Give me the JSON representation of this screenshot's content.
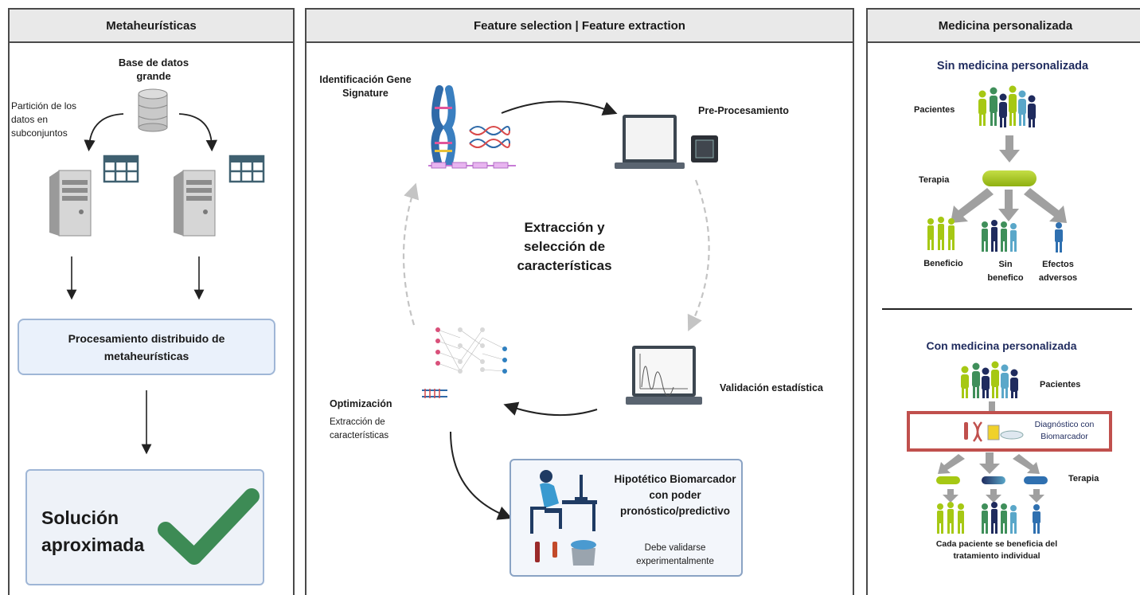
{
  "left": {
    "header": "Metaheurísticas",
    "db_label": "Base de datos grande",
    "partition_label": "Partición de los datos en subconjuntos",
    "distributed_label": "Procesamiento distribuido de metaheurísticas",
    "solution_label": "Solución aproximada"
  },
  "middle": {
    "header": "Feature selection | Feature extraction",
    "identificacion": "Identificación Gene Signature",
    "preprocesamiento": "Pre-Procesamiento",
    "center_title": "Extracción y selección de características",
    "validacion": "Validación estadística",
    "optimizacion": "Optimización",
    "extraccion": "Extracción de características",
    "hipotetico": "Hipotético Biomarcador con poder pronóstico/predictivo",
    "validar": "Debe validarse experimentalmente"
  },
  "right": {
    "header": "Medicina personalizada",
    "sin_title": "Sin medicina personalizada",
    "pacientes1": "Pacientes",
    "terapia1": "Terapia",
    "beneficio": "Beneficio",
    "sin_beneficio": "Sin benefico",
    "efectos": "Efectos adversos",
    "con_title": "Con medicina personalizada",
    "pacientes2": "Pacientes",
    "diagnostico": "Diagnóstico con Biomarcador",
    "terapia2": "Terapia",
    "cada_paciente": "Cada paciente se beneficia del tratamiento individual"
  },
  "colors": {
    "lime": "#a6c814",
    "green": "#3f8f5a",
    "blue": "#5aa7c9",
    "navy": "#1f2b5e",
    "red_frame": "#c0504d",
    "check": "#3d8b55",
    "box_fill": "#eaf1fb"
  }
}
